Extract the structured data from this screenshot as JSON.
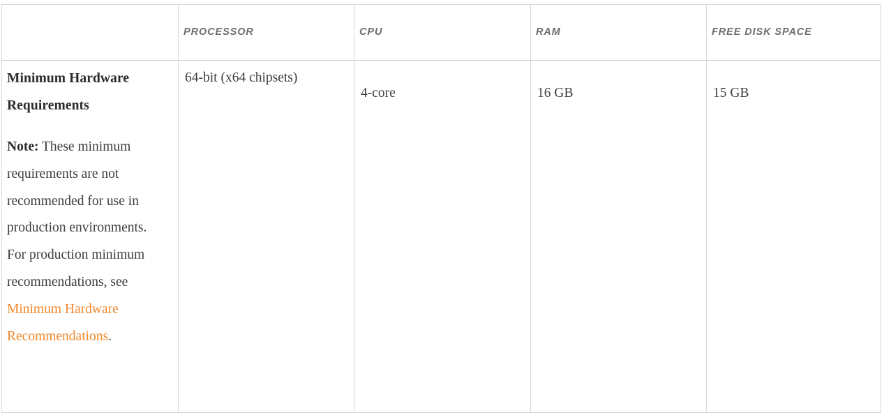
{
  "table": {
    "columns": [
      {
        "key": "rowhead",
        "label": ""
      },
      {
        "key": "processor",
        "label": "PROCESSOR"
      },
      {
        "key": "cpu",
        "label": "CPU"
      },
      {
        "key": "ram",
        "label": "RAM"
      },
      {
        "key": "disk",
        "label": "FREE DISK SPACE"
      }
    ],
    "rows": [
      {
        "row_title": "Minimum Hardware Requirements",
        "note_lead": "Note:",
        "note_text_before_link": " These minimum requirements are not recommended for use in production environments. For production minimum recommendations, see ",
        "note_link_text": "Minimum Hardware Recommendations",
        "note_text_after_link": ".",
        "processor": "64-bit (x64 chipsets)",
        "cpu": "4-core",
        "ram": "16 GB",
        "disk": "15 GB"
      }
    ]
  },
  "colors": {
    "link_orange": "#f1872c",
    "header_text": "#6e6e6e",
    "body_text": "#3d3d3d",
    "title_text": "#2b2b2b",
    "border": "#d8d8d8",
    "background": "#ffffff"
  }
}
